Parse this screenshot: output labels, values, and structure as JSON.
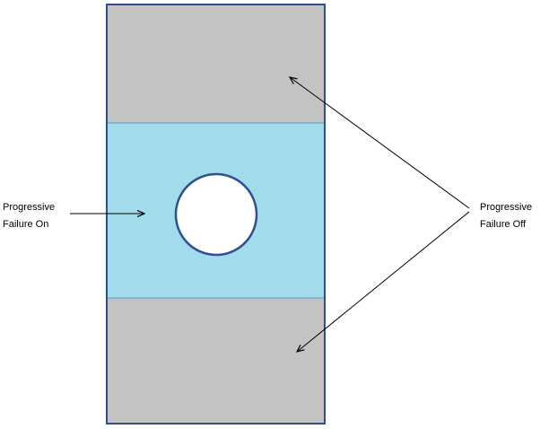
{
  "labels": {
    "progressive_failure_on": {
      "line1": "Progressive",
      "line2": "Failure On"
    },
    "progressive_failure_off": {
      "line1": "Progressive",
      "line2": "Failure Off"
    }
  },
  "colors": {
    "plate_outline": "#2f4f8f",
    "failure_off_region": "#c3c3c3",
    "failure_on_region": "#a2dbea",
    "hole_fill": "#ffffff",
    "arrow": "#000000",
    "region_border": "#5b9bd5"
  }
}
